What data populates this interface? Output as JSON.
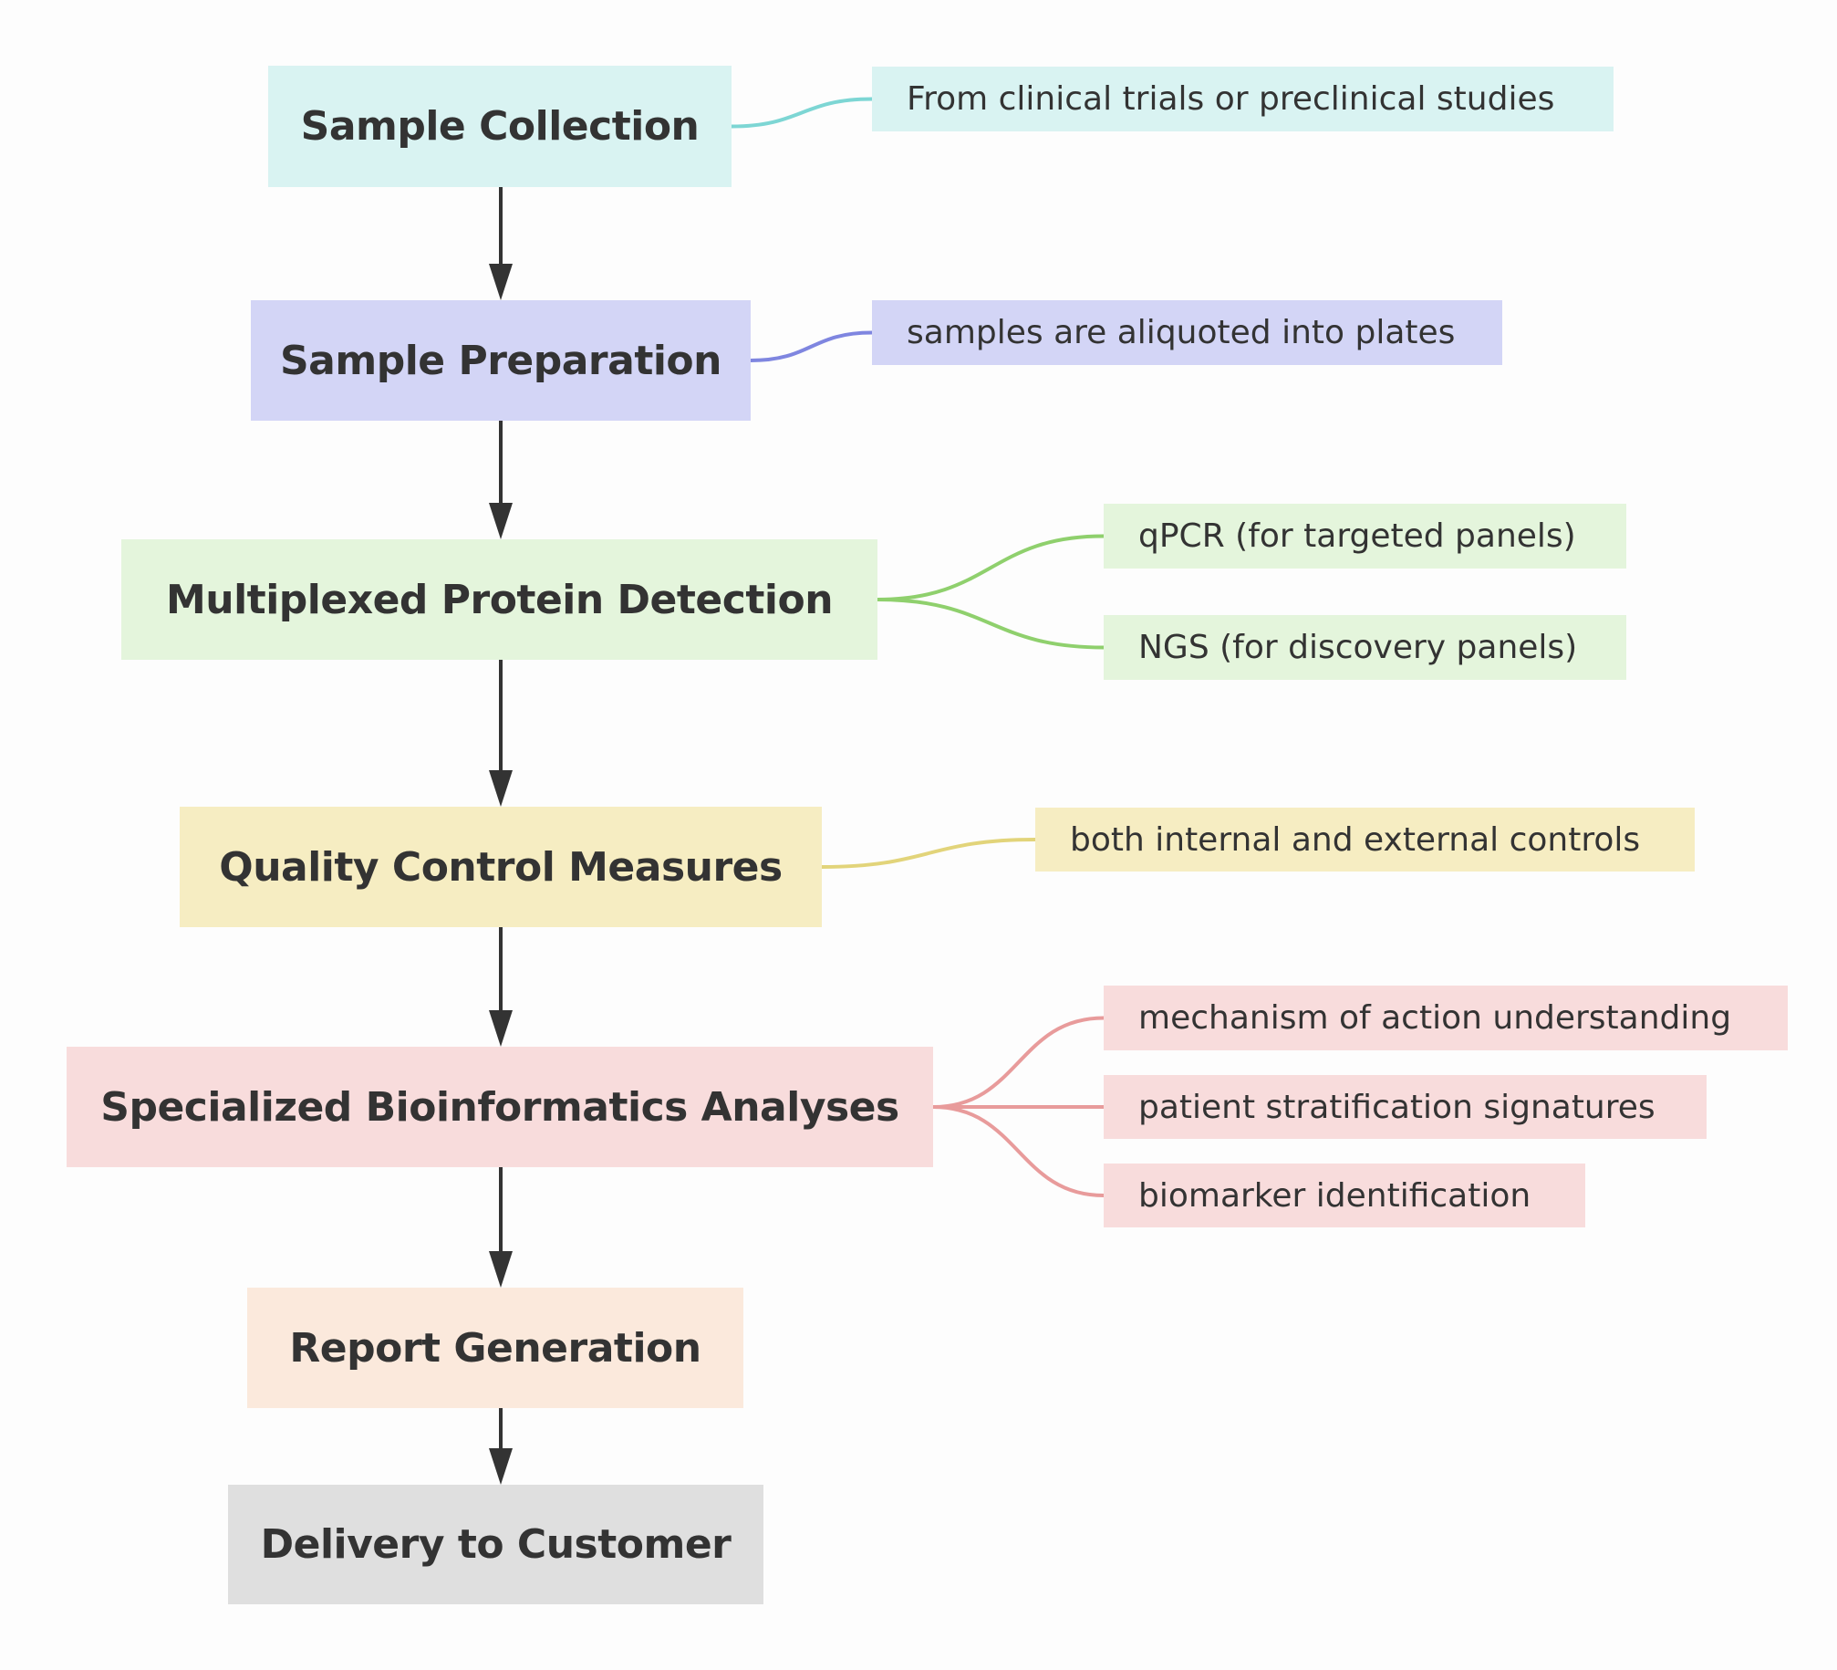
{
  "steps": [
    {
      "id": "sample-collection",
      "label": "Sample Collection",
      "fill": "#d9f3f2",
      "accent": "#7dd6d4",
      "notes": [
        "From clinical trials or preclinical studies"
      ]
    },
    {
      "id": "sample-preparation",
      "label": "Sample Preparation",
      "fill": "#d3d5f6",
      "accent": "#7f86e0",
      "notes": [
        "samples are aliquoted into plates"
      ]
    },
    {
      "id": "multiplexed-protein-detection",
      "label": "Multiplexed Protein Detection",
      "fill": "#e4f5dc",
      "accent": "#8fd06d",
      "notes": [
        "qPCR (for targeted panels)",
        "NGS (for discovery panels)"
      ]
    },
    {
      "id": "quality-control-measures",
      "label": "Quality Control Measures",
      "fill": "#f6edc2",
      "accent": "#e2d47a",
      "notes": [
        "both internal and external controls"
      ]
    },
    {
      "id": "specialized-bioinformatics-analyses",
      "label": "Specialized Bioinformatics Analyses",
      "fill": "#f8dcdc",
      "accent": "#e89b9b",
      "notes": [
        "mechanism of action understanding",
        "patient stratification signatures",
        "biomarker identification"
      ]
    },
    {
      "id": "report-generation",
      "label": "Report Generation",
      "fill": "#fbe9dc",
      "accent": "#333333",
      "notes": []
    },
    {
      "id": "delivery-to-customer",
      "label": "Delivery to Customer",
      "fill": "#dfdfdf",
      "accent": "#333333",
      "notes": []
    }
  ],
  "colors": {
    "arrow": "#333333",
    "text": "#333333",
    "background": "#fdfdfd"
  }
}
